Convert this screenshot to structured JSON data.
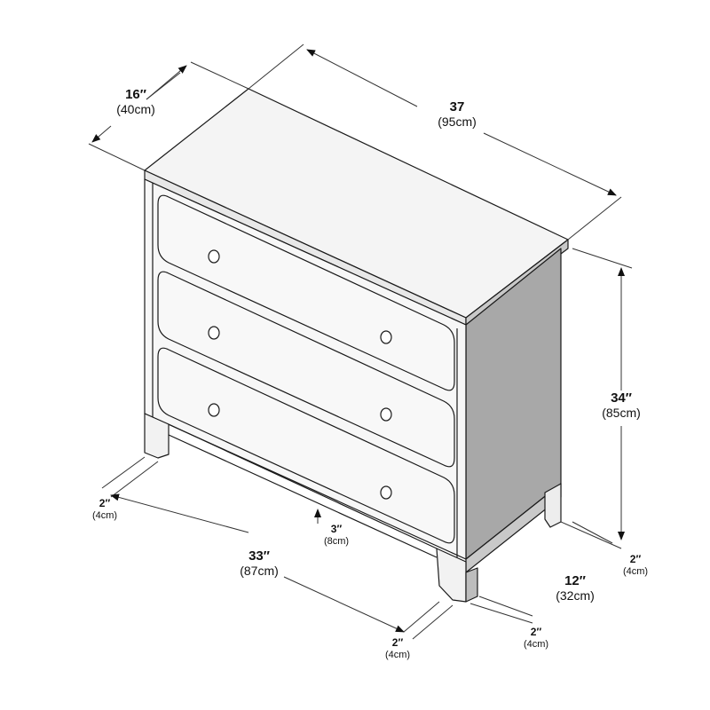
{
  "diagram": {
    "subject": "3-drawer dresser",
    "colors": {
      "line": "#1a1a1a",
      "front": "#f7f7f7",
      "top": "#f4f4f4",
      "side": "#a8a8a8",
      "legs": "#f2f2f2"
    },
    "dimensions": {
      "depth": {
        "in": "16″",
        "cm": "(40cm)"
      },
      "width": {
        "in": "37",
        "cm": "(95cm)"
      },
      "height": {
        "in": "34″",
        "cm": "(85cm)"
      },
      "inner_depth": {
        "in": "12″",
        "cm": "(32cm)"
      },
      "side_leg_right": {
        "in": "2″",
        "cm": "(4cm)"
      },
      "front_leg_left": {
        "in": "2″",
        "cm": "(4cm)"
      },
      "inner_width": {
        "in": "33″",
        "cm": "(87cm)"
      },
      "clearance": {
        "in": "3″",
        "cm": "(8cm)"
      },
      "front_leg_right": {
        "in": "2″",
        "cm": "(4cm)"
      },
      "back_leg": {
        "in": "2″",
        "cm": "(4cm)"
      }
    },
    "drawers": [
      {
        "knobs": 2
      },
      {
        "knobs": 2
      },
      {
        "knobs": 2
      }
    ]
  }
}
